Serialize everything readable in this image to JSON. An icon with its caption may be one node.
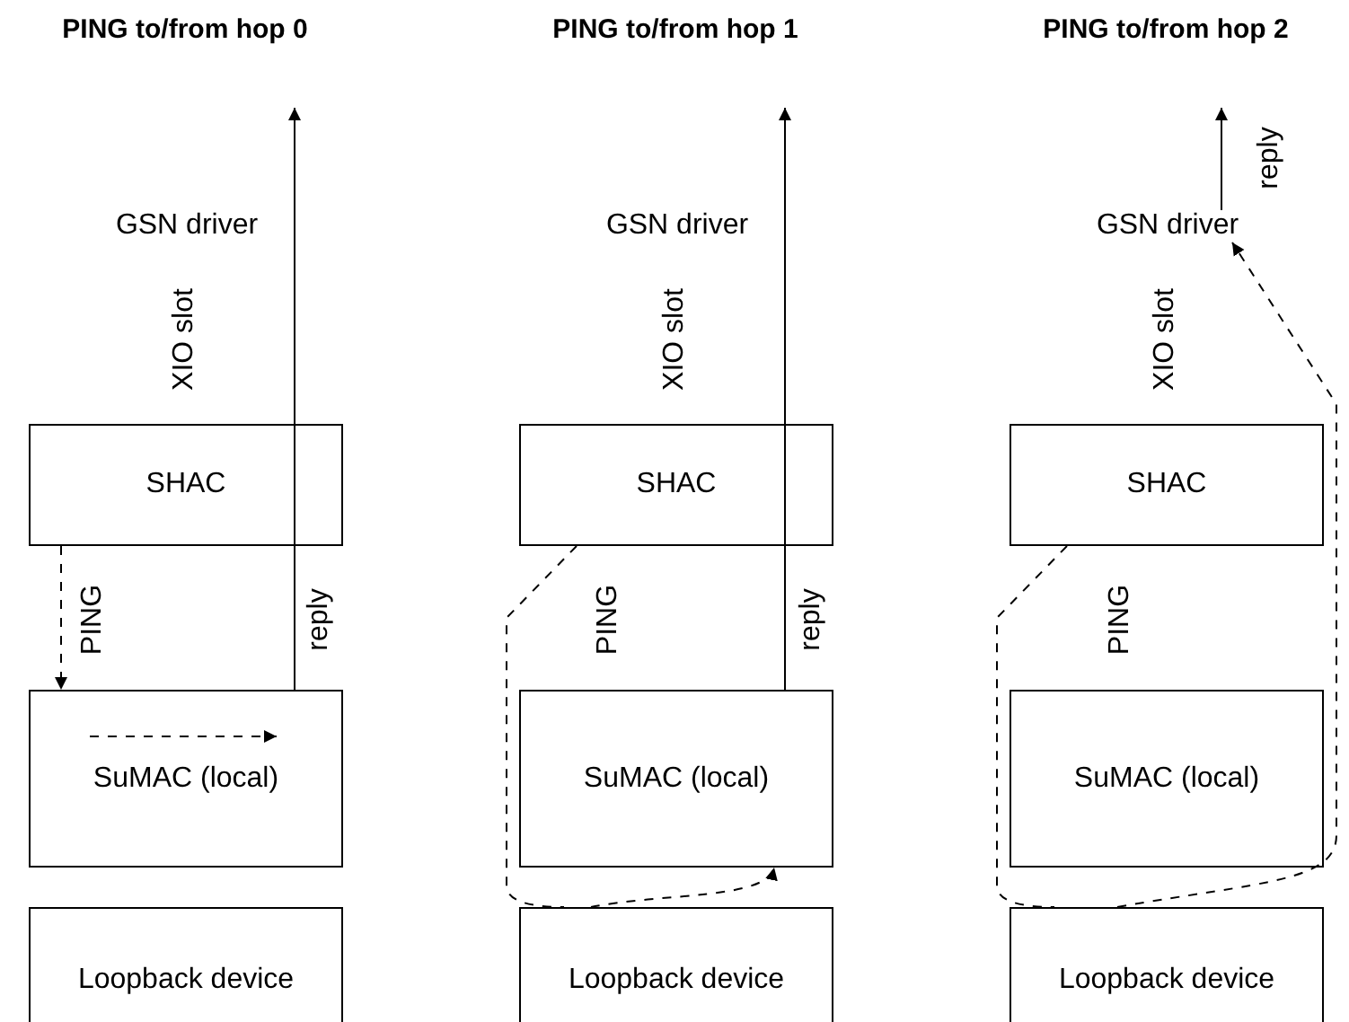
{
  "diagram": {
    "nodes": [
      {
        "text": [
          "GSN driver"
        ]
      },
      {
        "text": [
          "SHAC"
        ]
      },
      {
        "text": [
          "SuMAC (local)"
        ]
      },
      {
        "text": [
          "Loopback device"
        ]
      },
      {
        "text": [
          "GSN driver"
        ]
      },
      {
        "text": [
          "SHAC"
        ]
      },
      {
        "text": [
          "SuMAC (local)"
        ]
      },
      {
        "text": [
          "Loopback device"
        ]
      },
      {
        "text": [
          "GSN driver"
        ]
      },
      {
        "text": [
          "SHAC"
        ]
      },
      {
        "text": [
          "SuMAC (local)"
        ]
      },
      {
        "text": [
          "Loopback device"
        ]
      }
    ],
    "edges": [
      {
        "from": 1,
        "to": 2,
        "arrow": "to",
        "label": "PING",
        "style": "dashed"
      },
      {
        "from": 2,
        "to": null,
        "arrow": "to",
        "label": "reply"
      },
      {
        "from": 5,
        "to": 7,
        "arrow": "none",
        "label": "PING",
        "style": "dashed"
      },
      {
        "from": 7,
        "to": 6,
        "arrow": "to",
        "style": "dashed"
      },
      {
        "from": 6,
        "to": null,
        "arrow": "to",
        "label": "reply"
      },
      {
        "from": 9,
        "to": 11,
        "arrow": "none",
        "label": "PING",
        "style": "dashed"
      },
      {
        "from": 11,
        "to": 8,
        "arrow": "to",
        "style": "dashed"
      },
      {
        "from": 8,
        "to": null,
        "arrow": "to",
        "label": "reply"
      }
    ],
    "labels": [
      "PING to/from hop 0",
      "PING to/from hop 1",
      "PING to/from hop 2",
      "XIO slot",
      "XIO slot",
      "XIO slot"
    ]
  }
}
